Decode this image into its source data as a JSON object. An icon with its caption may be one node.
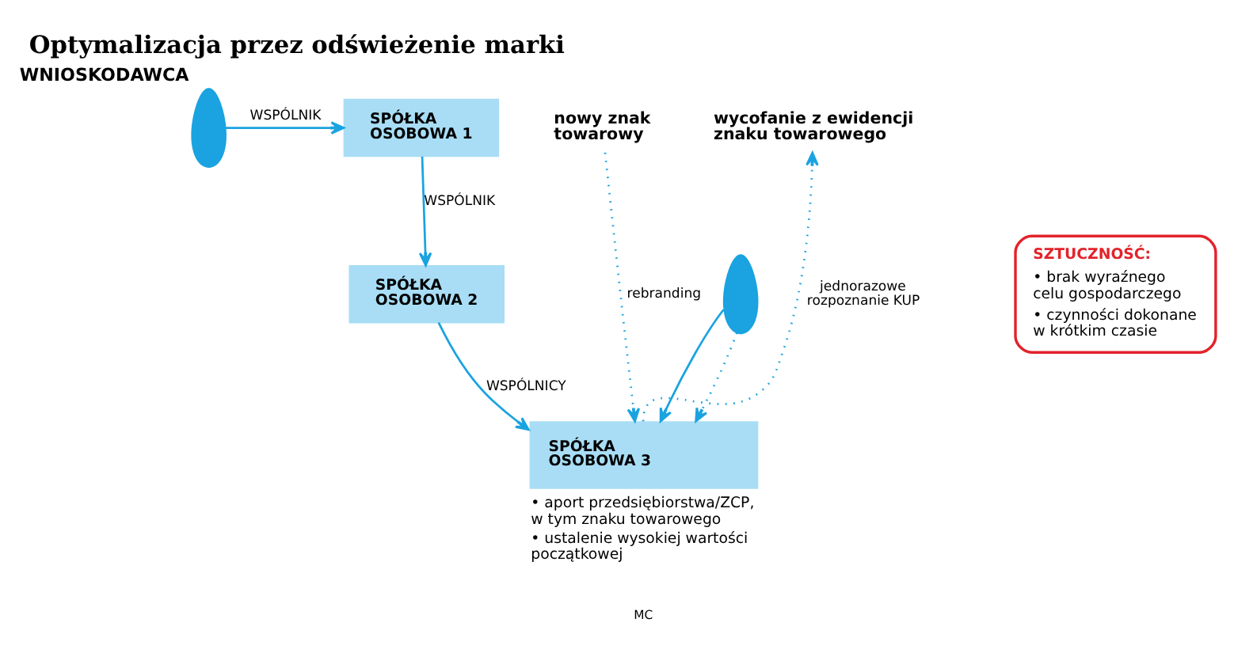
{
  "diagram": {
    "title": "Optymalizacja przez odświeżenie marki",
    "nodes": [
      {
        "text": [
          "wycofanie z ewidencji znaku towarowego"
        ]
      },
      {
        "text": [
          "nowy znak towarowy"
        ]
      },
      {
        "text": [],
        "shape": "person",
        "beside": [
          "WNIOSKODAWCA"
        ]
      },
      {
        "text": [
          "SPÓŁKA OSOBOWA 1"
        ]
      },
      {
        "text": [
          "SPÓŁKA OSOBOWA 2"
        ]
      },
      {
        "text": [
          "SZTUCZNOŚĆ:",
          "• brak wyraźnego celu gospodarczego",
          "• czynności dokonane w krótkim czasie"
        ]
      },
      {
        "text": [
          "SPÓŁKA OSOBOWA 3"
        ],
        "beside": [
          "• aport przedsiębiorstwa/ZCP, w tym znaku towarowego",
          "• ustalenie wysokiej wartości początkowej"
        ]
      },
      {
        "text": [],
        "shape": "person"
      }
    ],
    "edges": [
      {
        "from": 2,
        "to": 3,
        "arrow": "to",
        "label": "WSPÓLNIK"
      },
      {
        "from": 3,
        "to": 4,
        "arrow": "to",
        "label": "WSPÓLNIK"
      },
      {
        "from": 4,
        "to": 6,
        "arrow": "to",
        "label": "WSPÓLNICY"
      },
      {
        "from": 7,
        "to": 6,
        "arrow": "to"
      },
      {
        "from": 7,
        "to": 6,
        "arrow": "to",
        "style": "dashed"
      },
      {
        "from": 6,
        "to": 0,
        "arrow": "to",
        "style": "dashed",
        "label": "jednorazowe rozpoznanie KUP"
      },
      {
        "from": 1,
        "to": 6,
        "arrow": "to",
        "style": "dashed",
        "label": "rebranding"
      }
    ],
    "labels": [
      "MC"
    ]
  }
}
